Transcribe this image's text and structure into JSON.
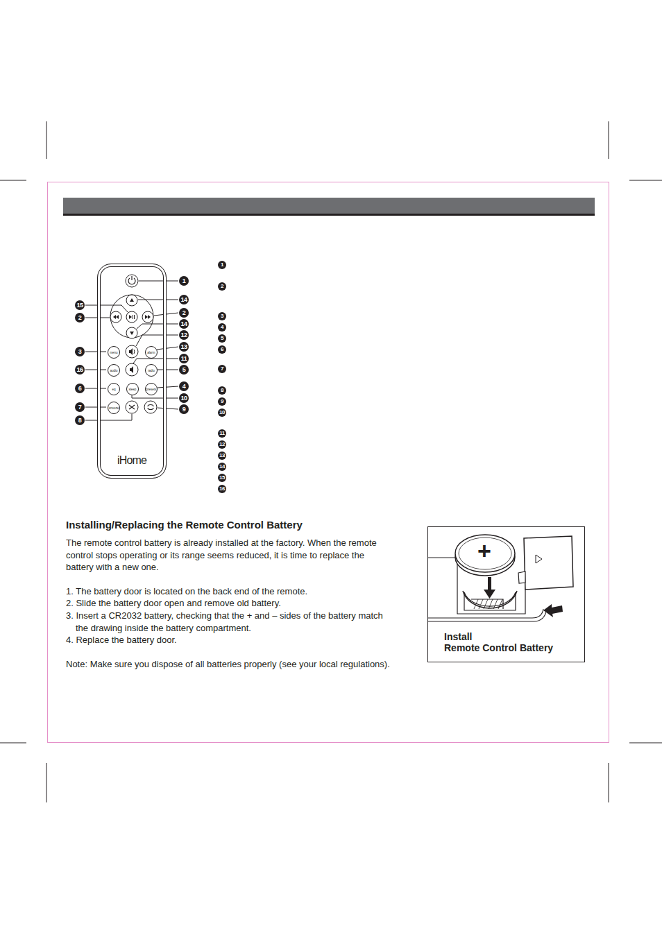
{
  "diagram": {
    "title": "Installing/Replacing the Remote Control Battery",
    "nodes": [
      {
        "text": [
          "iHome"
        ]
      },
      {
        "text": [
          "menu"
        ],
        "in": 0
      },
      {
        "text": [
          "alarm"
        ],
        "in": 0
      },
      {
        "text": [
          "audio"
        ],
        "in": 0
      },
      {
        "text": [
          "radio"
        ],
        "in": 0
      },
      {
        "text": [
          "eq"
        ],
        "in": 0
      },
      {
        "text": [
          "sleep"
        ],
        "in": 0
      },
      {
        "text": [
          "presets"
        ],
        "in": 0
      },
      {
        "text": [
          "snooze"
        ],
        "in": 0
      },
      {
        "text": [
          "Install",
          "Remote Control Battery"
        ]
      }
    ],
    "labels": [
      "1",
      "14",
      "15",
      "2",
      "2",
      "14",
      "12",
      "13",
      "3",
      "11",
      "16",
      "5",
      "4",
      "6",
      "10",
      "9",
      "7",
      "8",
      "1",
      "2",
      "3",
      "4",
      "5",
      "6",
      "7",
      "8",
      "9",
      "10",
      "11",
      "12",
      "13",
      "14",
      "15",
      "16",
      "The remote control battery is already installed at the factory. When the remote control stops operating or its range seems reduced, it is time to replace the battery with a new one.",
      "1. The battery door is located on the back end of the remote.",
      "2. Slide the battery door open and remove old battery.",
      "3. Insert a CR2032 battery, checking that the + and – sides of the battery match the drawing inside the battery compartment.",
      "4. Replace the battery door.",
      "Note: Make sure you dispose of all batteries properly (see your local regulations).",
      "+"
    ]
  }
}
